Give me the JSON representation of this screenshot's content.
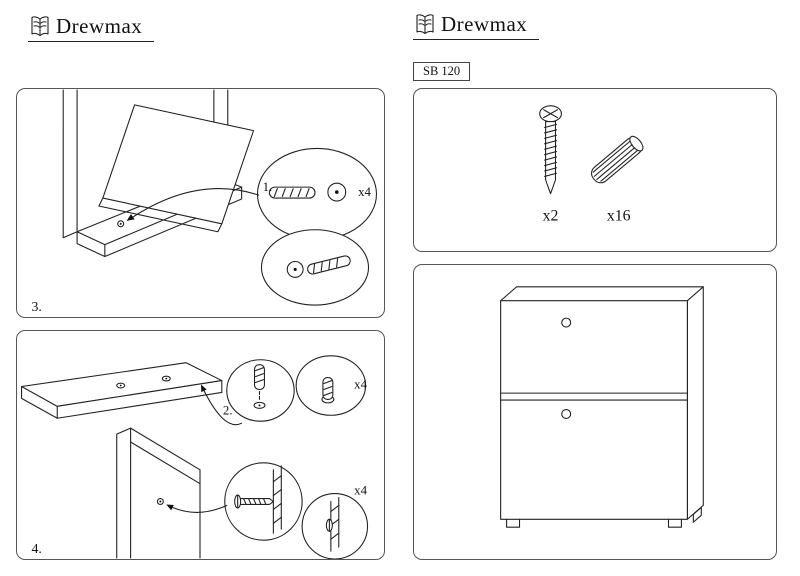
{
  "brand": {
    "name": "Drewmax",
    "model": "SB 120"
  },
  "icons": {
    "brand_logo": "open-book",
    "hardware": [
      "screw",
      "dowel"
    ]
  },
  "steps": {
    "step3": {
      "number": "3.",
      "callout_number": "1.",
      "dowel_qty": "x4"
    },
    "step4": {
      "number": "4.",
      "callout_number": "2.",
      "dowel_qty": "x4",
      "screw_qty": "x4"
    }
  },
  "hardware": {
    "screw_qty": "x2",
    "dowel_qty": "x16"
  }
}
